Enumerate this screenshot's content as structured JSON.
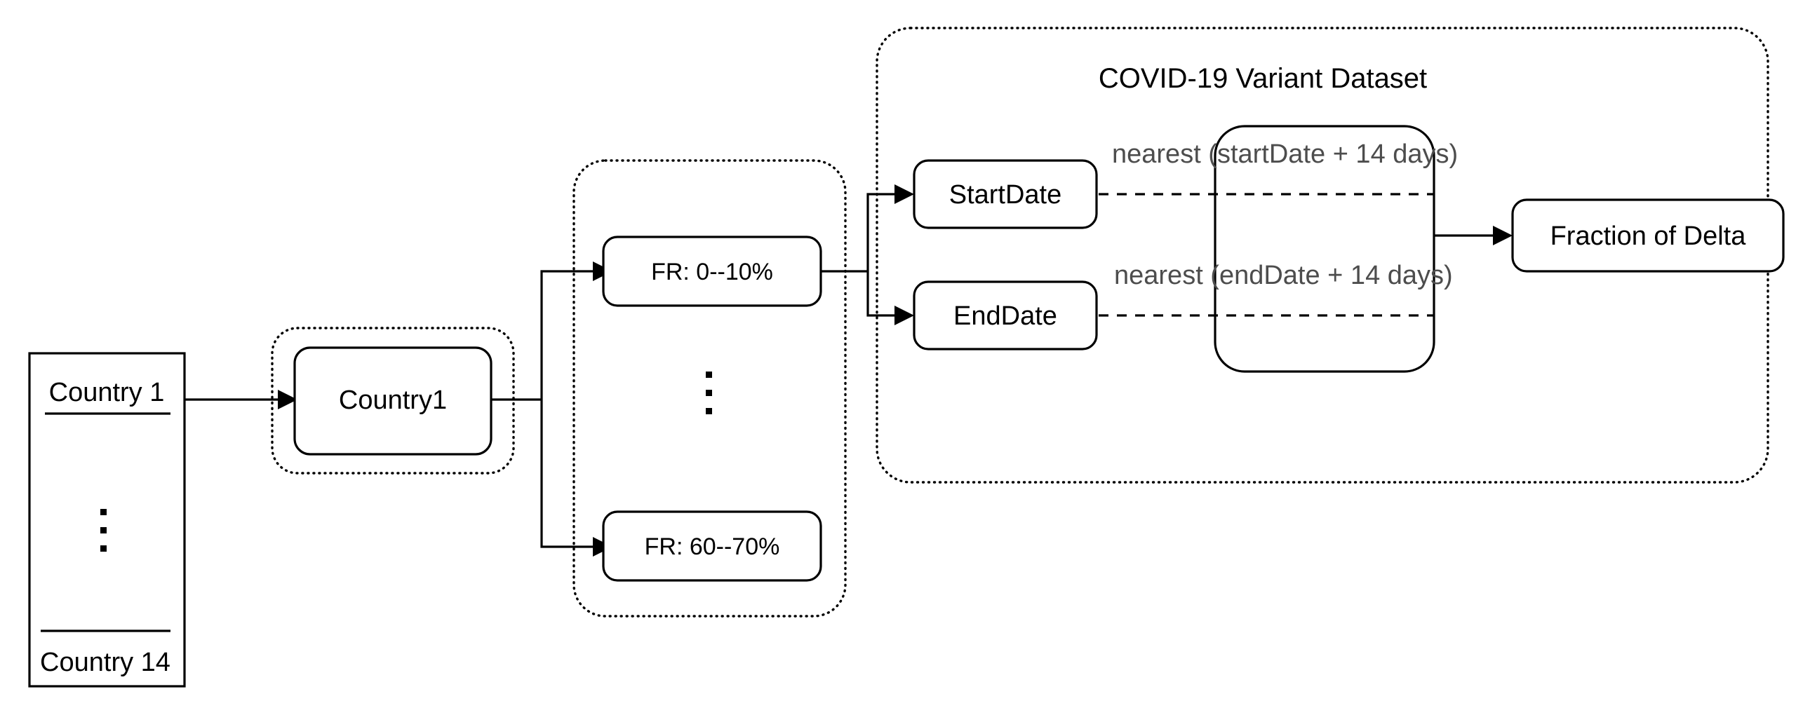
{
  "diagram": {
    "title_of_group": "COVID-19 Variant Dataset",
    "country_table": {
      "first_row": "Country 1",
      "ellipsis": "⋮",
      "last_row": "Country 14"
    },
    "country_node": {
      "label": "Country1"
    },
    "fraction_range_group": {
      "first": "FR: 0--10%",
      "ellipsis": "⋮",
      "last": "FR: 60--70%"
    },
    "dataset_group": {
      "start_date_node": "StartDate",
      "end_date_node": "EndDate",
      "start_edge_label": "nearest (startDate + 14 days)",
      "end_edge_label": "nearest (endDate + 14 days)",
      "output_node": "Fraction of Delta",
      "lookup_node": ""
    },
    "colors": {
      "stroke": "#000000",
      "edge_label": "#4d4d4d",
      "background": "#ffffff"
    }
  }
}
